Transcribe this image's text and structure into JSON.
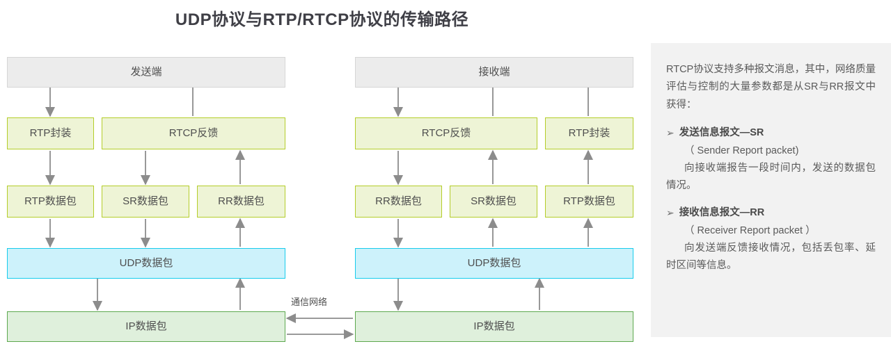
{
  "page": {
    "title": "UDP协议与RTP/RTCP协议的传输路径"
  },
  "diagram": {
    "network_label": "通信网络",
    "sender": {
      "endpoint": "发送端",
      "layer2": [
        "RTP封装",
        "RTCP反馈"
      ],
      "layer3": [
        "RTP数据包",
        "SR数据包",
        "RR数据包"
      ],
      "udp": "UDP数据包",
      "ip": "IP数据包"
    },
    "receiver": {
      "endpoint": "接收端",
      "layer2": [
        "RTCP反馈",
        "RTP封装"
      ],
      "layer3": [
        "RR数据包",
        "SR数据包",
        "RTP数据包"
      ],
      "udp": "UDP数据包",
      "ip": "IP数据包"
    },
    "colors": {
      "endpoint_fill": "#ececec",
      "endpoint_border": "#d6d6d6",
      "lime_fill": "#eef4d6",
      "lime_border": "#b4cd29",
      "udp_fill": "#cdf2fb",
      "udp_border": "#17ccec",
      "ip_fill": "#dff0dc",
      "ip_border": "#5ca84e",
      "arrow": "#8c8c8c"
    }
  },
  "sidebar": {
    "lead": "RTCP协议支持多种报文消息，其中，网络质量评估与控制的大量参数都是从SR与RR报文中获得：",
    "bullet_glyph": "➢",
    "items": [
      {
        "title": "发送信息报文—SR",
        "subtitle": "（ Sender Report packet)",
        "desc": "向接收端报告一段时间内，发送的数据包情况。"
      },
      {
        "title": "接收信息报文—RR",
        "subtitle": "（ Receiver Report packet ）",
        "desc": "向发送端反馈接收情况，包括丢包率、延时区间等信息。"
      }
    ],
    "background": "#f2f2f2"
  }
}
